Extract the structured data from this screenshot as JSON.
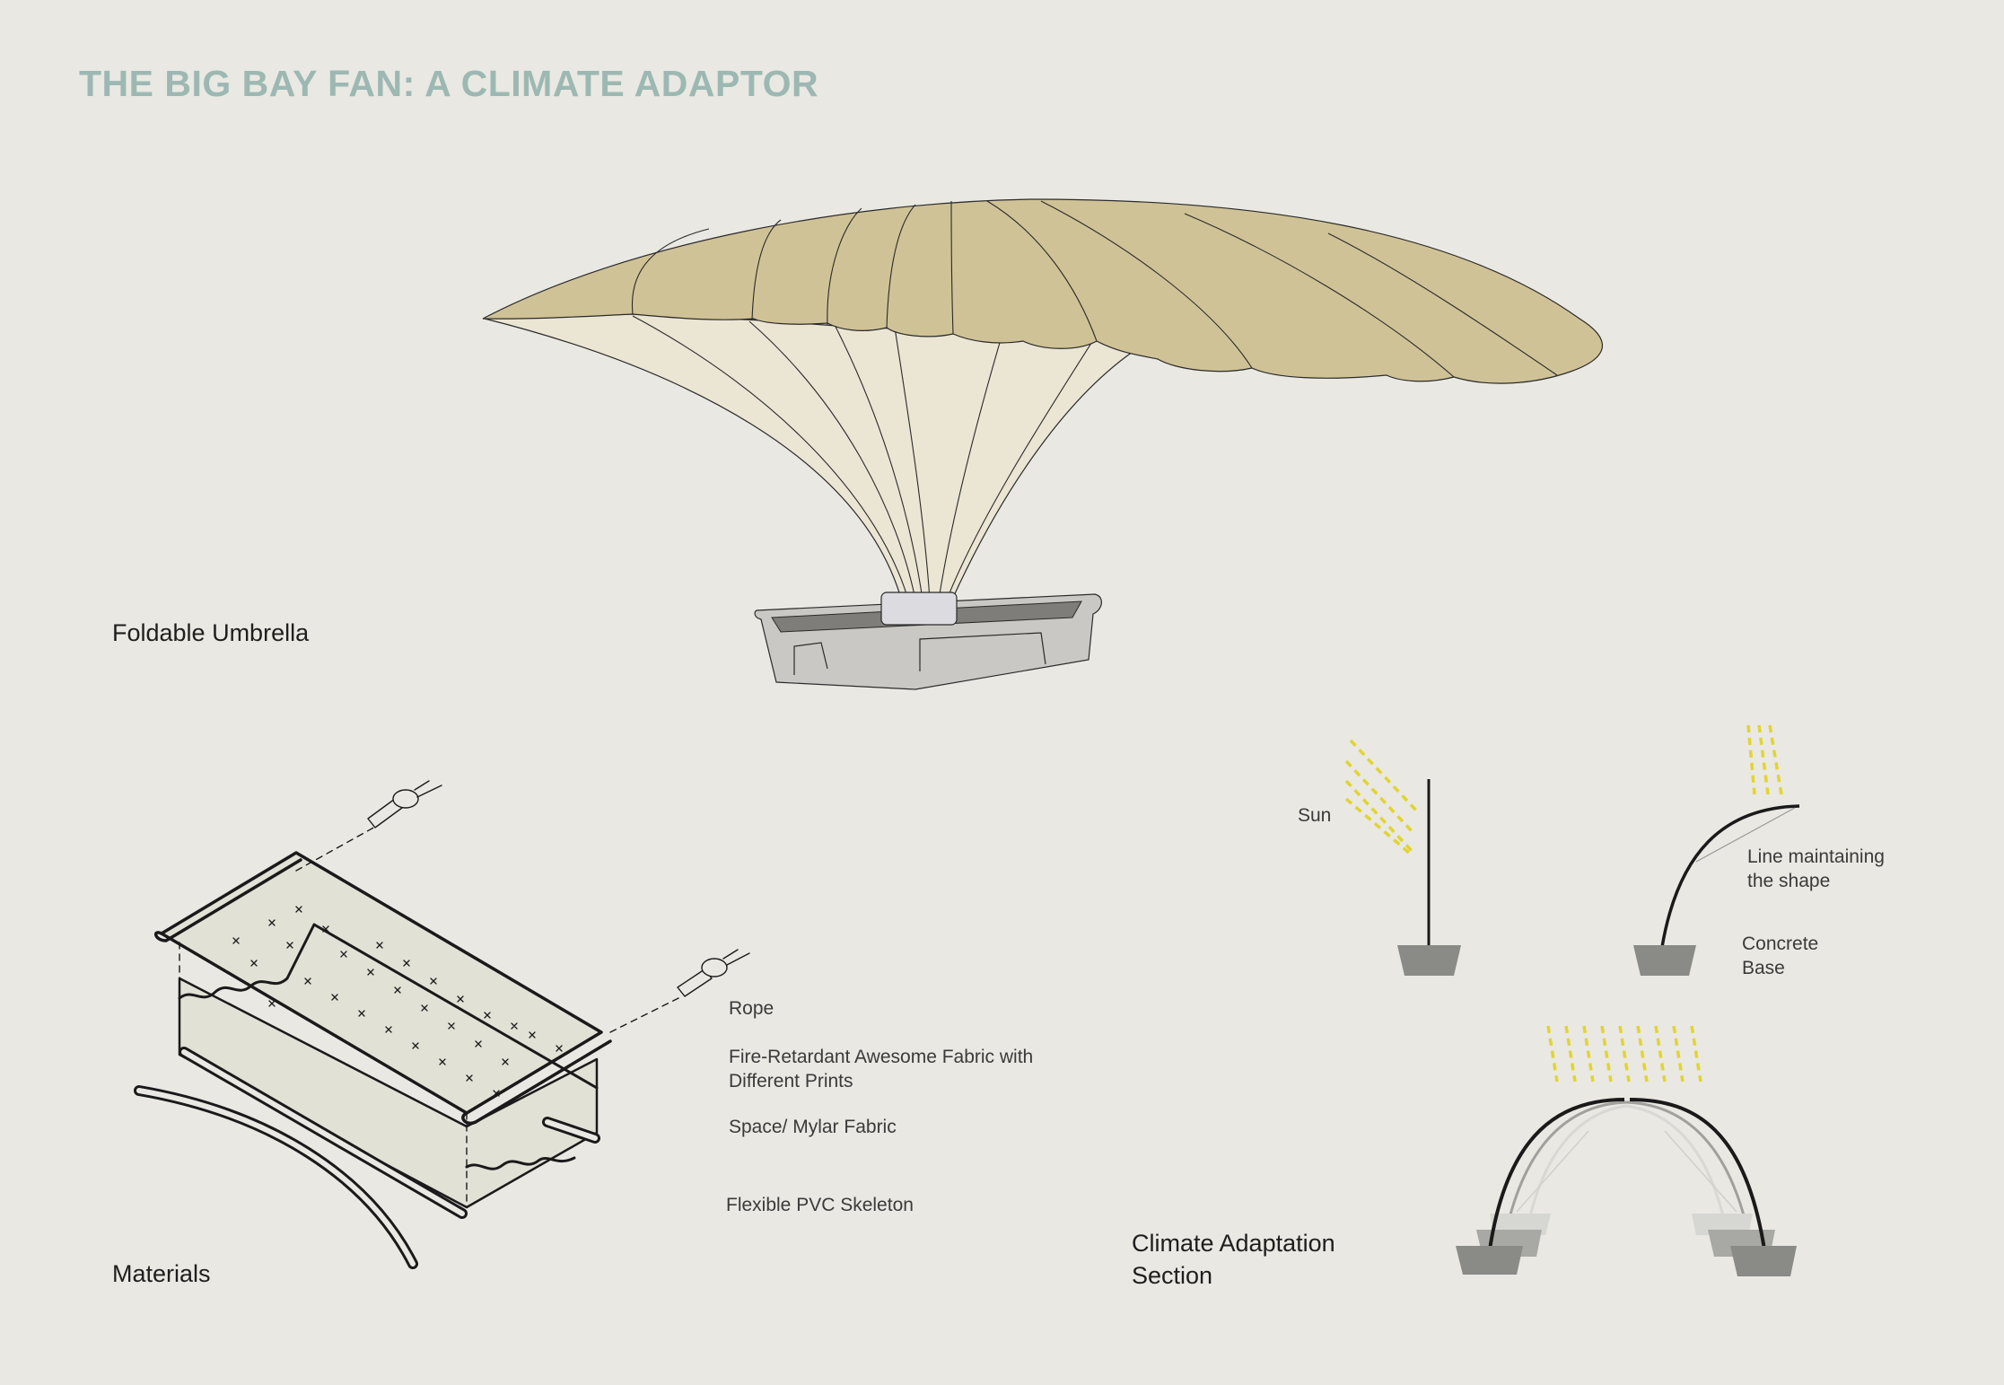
{
  "title": "THE BIG BAY FAN: A CLIMATE ADAPTOR",
  "sections": {
    "umbrella": "Foldable Umbrella",
    "materials": "Materials",
    "climate_line1": "Climate Adaptation",
    "climate_line2": "Section"
  },
  "material_labels": {
    "rope": "Rope",
    "fabric_line1": "Fire-Retardant Awesome Fabric with",
    "fabric_line2": "Different Prints",
    "mylar": "Space/ Mylar Fabric",
    "pvc": "Flexible PVC Skeleton"
  },
  "climate_labels": {
    "sun": "Sun",
    "line_line1": "Line maintaining",
    "line_line2": "the shape",
    "base_line1": "Concrete",
    "base_line2": "Base"
  },
  "colors": {
    "background": "#e9e8e2",
    "title": "#9db8b2",
    "canopy": "#cfc296",
    "canopy_underside": "#ebe5d4",
    "fabric": "#e2e1d6",
    "base_grey": "#8a8a86",
    "sun_rays": "#e2d431"
  },
  "icons": [
    "rope-knot-icon",
    "concrete-base-icon",
    "sun-ray-icon"
  ]
}
